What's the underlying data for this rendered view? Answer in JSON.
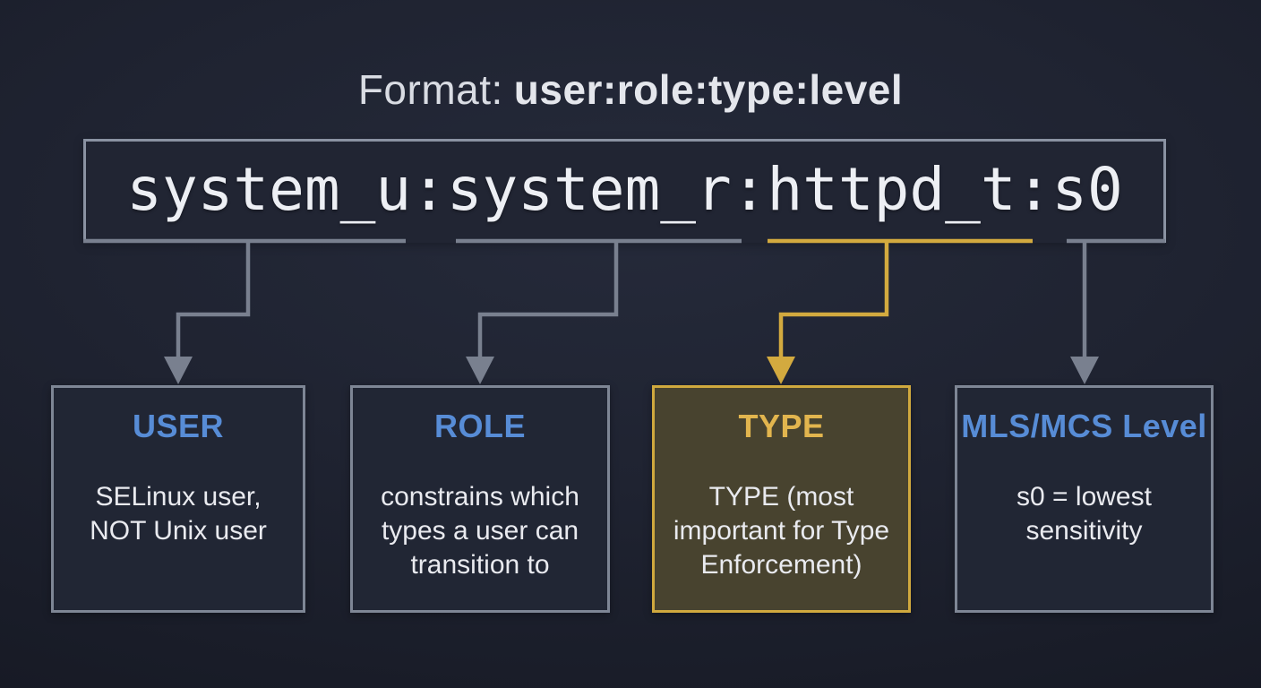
{
  "title": {
    "label": "Format:",
    "format_value": "user:role:type:level"
  },
  "context_string": "system_u:system_r:httpd_t:s0",
  "colors": {
    "background": "#1f2331",
    "accent_blue": "#578cd6",
    "accent_gold": "#d3aa3f",
    "connector_gray": "#79808f",
    "text_primary": "#e9eaef",
    "highlight_box_bg": "#48432f"
  },
  "boxes": [
    {
      "id": "user",
      "heading": "USER",
      "body": "SELinux user,\nNOT Unix user",
      "highlighted": false
    },
    {
      "id": "role",
      "heading": "ROLE",
      "body": "constrains which\ntypes a user can\ntransition to",
      "highlighted": false
    },
    {
      "id": "type",
      "heading": "TYPE",
      "body": "TYPE (most\nimportant for Type\nEnforcement)",
      "highlighted": true
    },
    {
      "id": "level",
      "heading": "MLS/MCS Level",
      "body": "s0 = lowest\nsensitivity",
      "highlighted": false
    }
  ]
}
